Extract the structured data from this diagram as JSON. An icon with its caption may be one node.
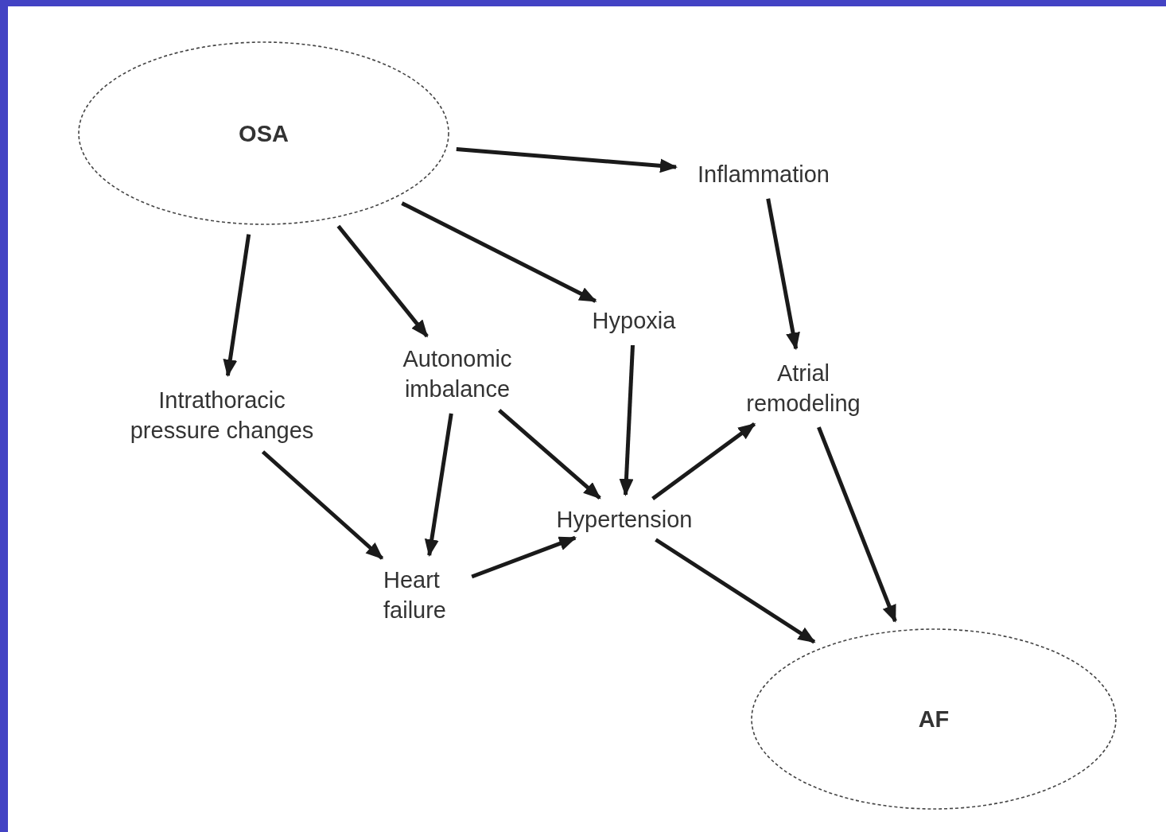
{
  "diagram": {
    "nodes": [
      {
        "text": [
          "OSA"
        ]
      },
      {
        "text": [
          "Inflammation"
        ]
      },
      {
        "text": [
          "Hypoxia"
        ]
      },
      {
        "text": [
          "Autonomic imbalance"
        ]
      },
      {
        "text": [
          "Intrathoracic pressure changes"
        ]
      },
      {
        "text": [
          "Atrial remodeling"
        ]
      },
      {
        "text": [
          "Hypertension"
        ]
      },
      {
        "text": [
          "Heart failure"
        ]
      },
      {
        "text": [
          "AF"
        ]
      }
    ],
    "edges": [
      {
        "from": 0,
        "to": 1,
        "arrow": "to"
      },
      {
        "from": 0,
        "to": 2,
        "arrow": "to"
      },
      {
        "from": 0,
        "to": 3,
        "arrow": "to"
      },
      {
        "from": 0,
        "to": 4,
        "arrow": "to"
      },
      {
        "from": 1,
        "to": 5,
        "arrow": "to"
      },
      {
        "from": 2,
        "to": 6,
        "arrow": "to"
      },
      {
        "from": 3,
        "to": 6,
        "arrow": "to"
      },
      {
        "from": 3,
        "to": 7,
        "arrow": "to"
      },
      {
        "from": 4,
        "to": 7,
        "arrow": "to"
      },
      {
        "from": 7,
        "to": 6,
        "arrow": "to"
      },
      {
        "from": 6,
        "to": 5,
        "arrow": "to"
      },
      {
        "from": 5,
        "to": 8,
        "arrow": "to"
      },
      {
        "from": 6,
        "to": 8,
        "arrow": "to"
      }
    ]
  }
}
